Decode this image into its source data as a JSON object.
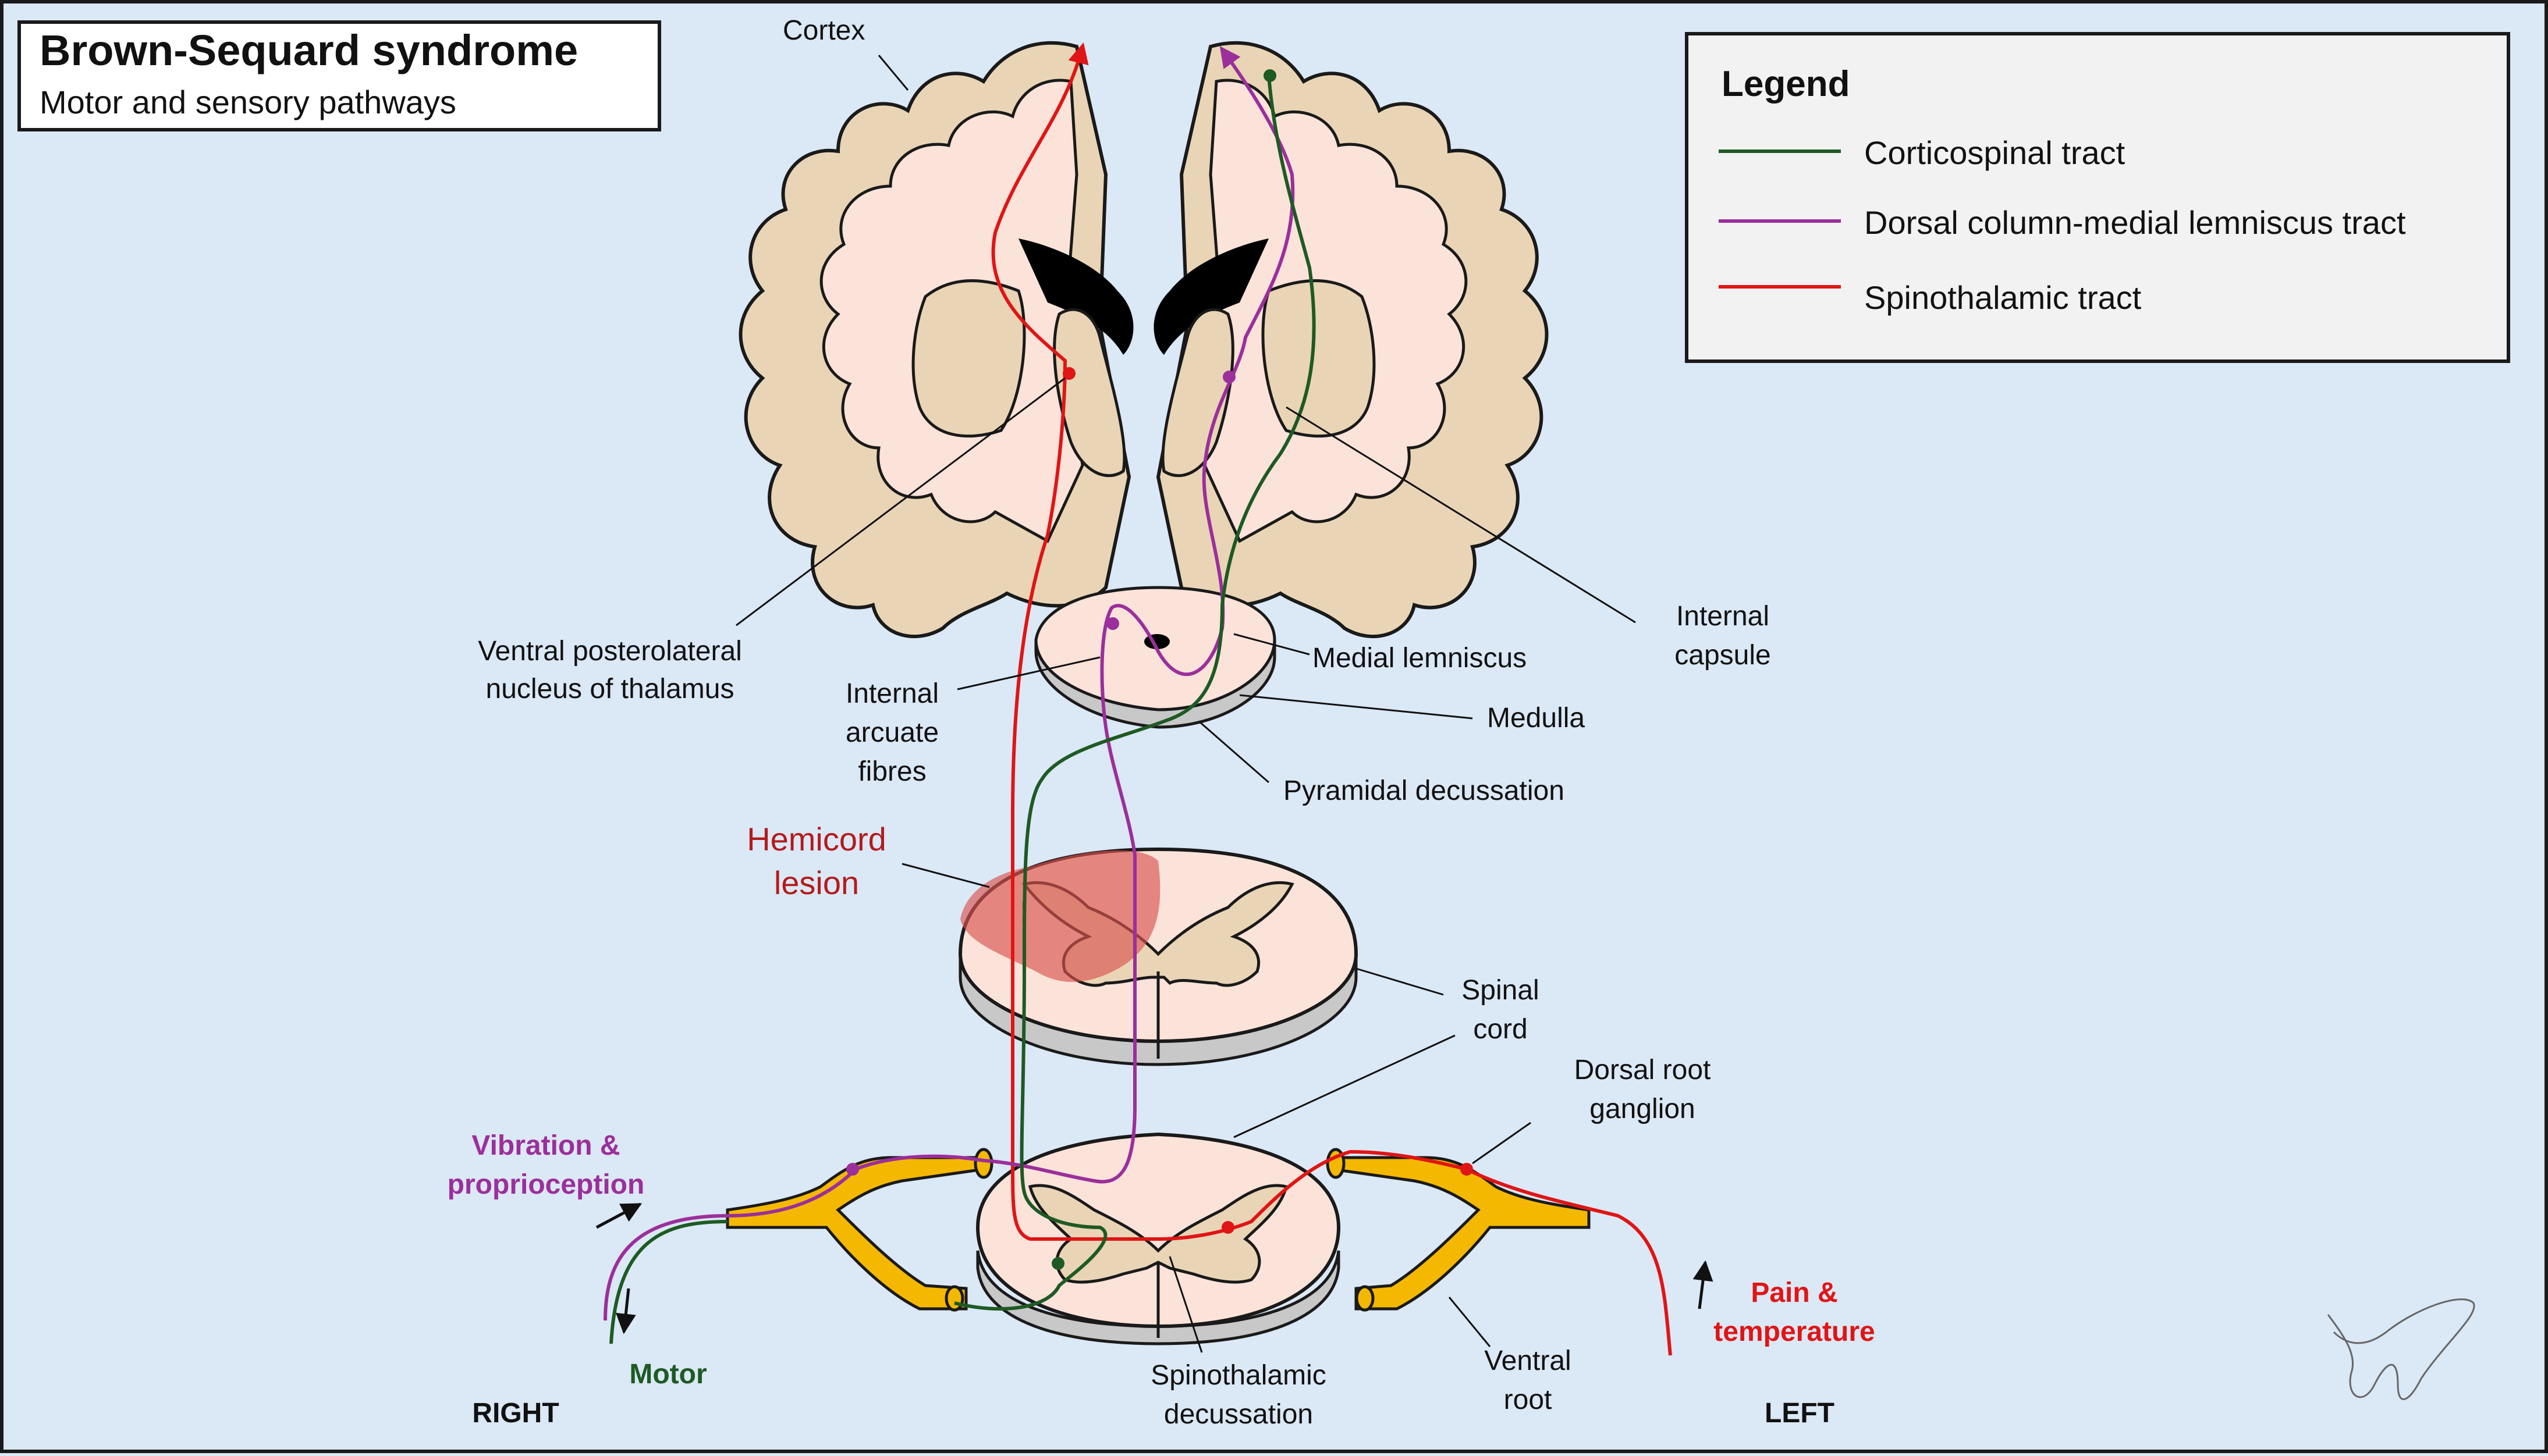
{
  "title": {
    "main": "Brown-Sequard syndrome",
    "sub": "Motor and sensory pathways"
  },
  "legend": {
    "heading": "Legend",
    "items": [
      {
        "label": "Corticospinal tract",
        "color": "#1e5a23"
      },
      {
        "label": "Dorsal column-medial lemniscus tract",
        "color": "#9b2f9b"
      },
      {
        "label": "Spinothalamic tract",
        "color": "#e01515"
      }
    ]
  },
  "labels": {
    "cortex": "Cortex",
    "vpl_1": "Ventral posterolateral",
    "vpl_2": "nucleus of thalamus",
    "internal_capsule_1": "Internal",
    "internal_capsule_2": "capsule",
    "medial_lemniscus": "Medial lemniscus",
    "medulla": "Medulla",
    "internal_arcuate_1": "Internal",
    "internal_arcuate_2": "arcuate",
    "internal_arcuate_3": "fibres",
    "pyramidal_decussation": "Pyramidal decussation",
    "hemicord_1": "Hemicord",
    "hemicord_2": "lesion",
    "spinal_cord_1": "Spinal",
    "spinal_cord_2": "cord",
    "dorsal_root_1": "Dorsal root",
    "dorsal_root_2": "ganglion",
    "ventral_root_1": "Ventral",
    "ventral_root_2": "root",
    "spinothalamic_decussation_1": "Spinothalamic",
    "spinothalamic_decussation_2": "decussation",
    "vibration_1": "Vibration &",
    "vibration_2": "proprioception",
    "motor": "Motor",
    "pain_1": "Pain &",
    "pain_2": "temperature",
    "right": "RIGHT",
    "left": "LEFT"
  },
  "colors": {
    "background": "#dbe8f6",
    "white_matter": "#fbe3da",
    "grey_matter": "#e9d5b6",
    "nerve_root": "#f5b800",
    "lesion": "#d9534f",
    "lesion_label": "#b31b1b",
    "vibration_label": "#9b2f9b",
    "motor_label": "#1e5a23",
    "pain_label": "#e01515"
  }
}
